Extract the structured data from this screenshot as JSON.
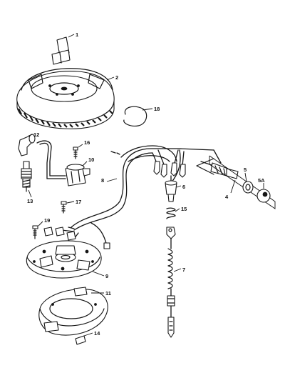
{
  "diagram": {
    "callouts": {
      "c1": "1",
      "c2": "2",
      "c4": "4",
      "c5": "5",
      "c5a": "5A",
      "c6": "6",
      "c7": "7",
      "c8": "8",
      "c9": "9",
      "c10": "10",
      "c11": "11",
      "c12": "12",
      "c13": "13",
      "c14": "14",
      "c15": "15",
      "c16": "16",
      "c17": "17",
      "c18": "18",
      "c19": "19"
    }
  }
}
